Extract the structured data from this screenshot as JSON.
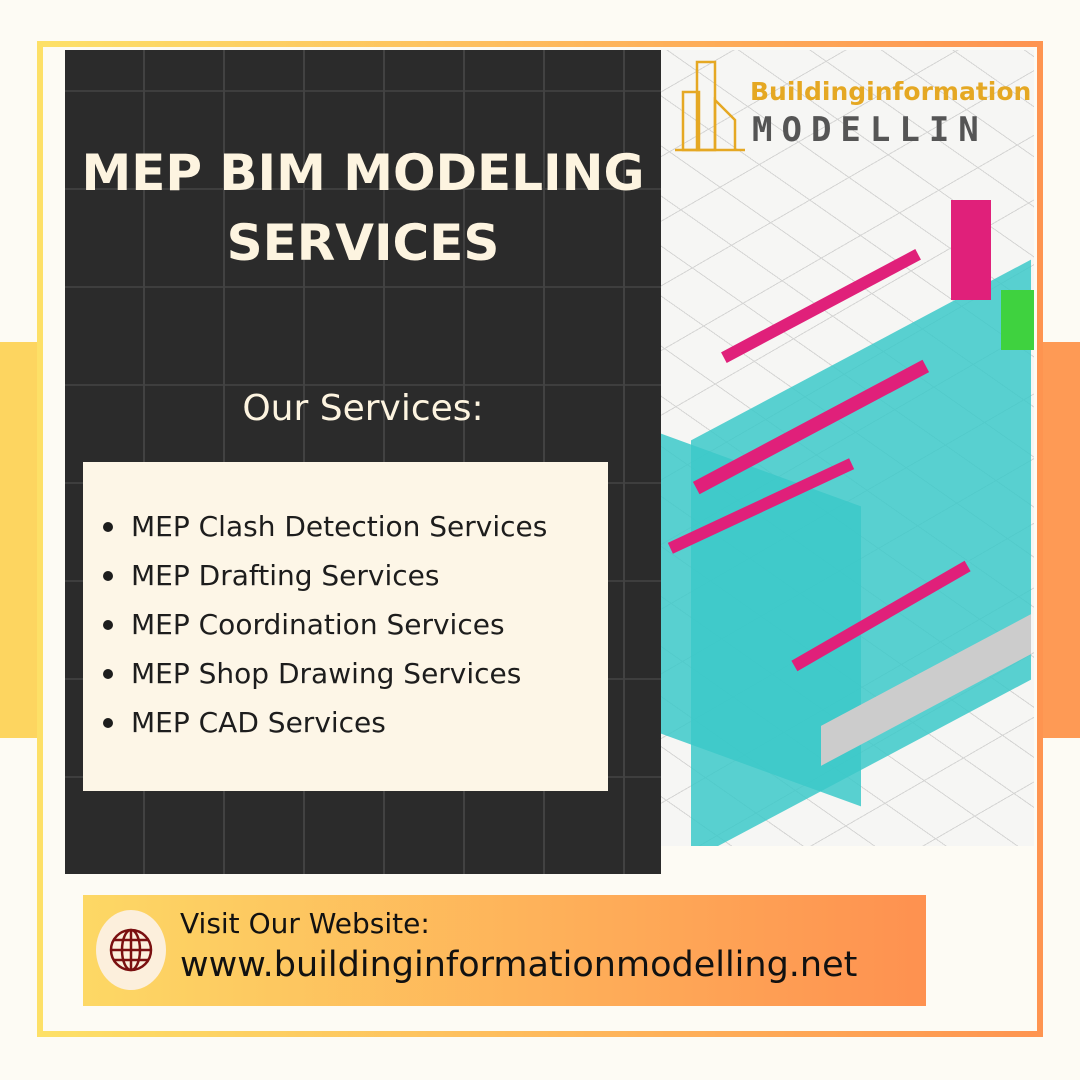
{
  "title": {
    "line1": "MEP BIM MODELING",
    "line2": "SERVICES"
  },
  "services_heading": "Our Services:",
  "services": [
    "MEP Clash Detection Services",
    "MEP Drafting Services",
    "MEP Coordination Services",
    "MEP Shop Drawing Services",
    "MEP CAD Services"
  ],
  "logo": {
    "line1": "Buildinginformation",
    "line2": "MODELLIN"
  },
  "website": {
    "label": "Visit Our Website:",
    "url": "www.buildinginformationmodelling.net",
    "icon": "globe-icon"
  },
  "colors": {
    "dark": "#2b2b2b",
    "cream": "#fdf6e7",
    "yellow": "#fdd865",
    "orange": "#fe9150",
    "logo_gold": "#e5a823"
  }
}
